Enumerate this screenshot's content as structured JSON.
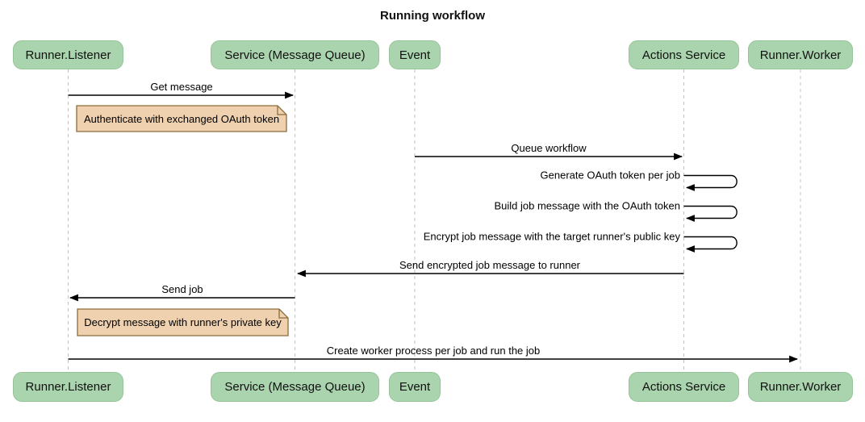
{
  "title": "Running workflow",
  "diagram_type": "sequence",
  "actors": [
    {
      "id": "runner-listener",
      "label": "Runner.Listener"
    },
    {
      "id": "service-message-queue",
      "label": "Service (Message Queue)"
    },
    {
      "id": "event",
      "label": "Event"
    },
    {
      "id": "actions-service",
      "label": "Actions Service"
    },
    {
      "id": "runner-worker",
      "label": "Runner.Worker"
    }
  ],
  "messages": [
    {
      "label": "Get message",
      "from": "Runner.Listener",
      "to": "Service (Message Queue)",
      "type": "arrow"
    },
    {
      "label": "Queue workflow",
      "from": "Event",
      "to": "Actions Service",
      "type": "arrow"
    },
    {
      "label": "Generate OAuth token per job",
      "from": "Actions Service",
      "to": "Actions Service",
      "type": "self"
    },
    {
      "label": "Build job message with the OAuth token",
      "from": "Actions Service",
      "to": "Actions Service",
      "type": "self"
    },
    {
      "label": "Encrypt job message with the target runner's public key",
      "from": "Actions Service",
      "to": "Actions Service",
      "type": "self"
    },
    {
      "label": "Send encrypted job message to runner",
      "from": "Actions Service",
      "to": "Service (Message Queue)",
      "type": "arrow"
    },
    {
      "label": "Send job",
      "from": "Service (Message Queue)",
      "to": "Runner.Listener",
      "type": "arrow"
    },
    {
      "label": "Create worker process per job and run the job",
      "from": "Runner.Listener",
      "to": "Runner.Worker",
      "type": "arrow"
    }
  ],
  "notes": [
    {
      "text": "Authenticate with exchanged OAuth token",
      "anchor": "Runner.Listener"
    },
    {
      "text": "Decrypt message with runner's private key",
      "anchor": "Runner.Listener"
    }
  ],
  "colors": {
    "actor_fill": "#aad4ae",
    "actor_border": "#96c49a",
    "note_fill": "#efd1b0",
    "note_border": "#8c6e3c",
    "lifeline": "#c2c2c2",
    "arrow": "#000000",
    "background": "#ffffff"
  }
}
